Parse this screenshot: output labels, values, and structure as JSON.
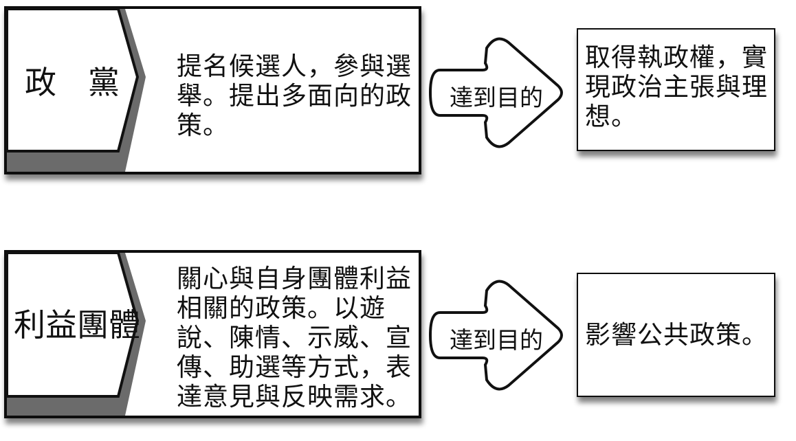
{
  "rows": [
    {
      "subject": "政　黨",
      "means": "提名候選人，參與選\n舉。提出多面向的政\n策。",
      "arrow": "達到目的",
      "goal": "取得執政權，實\n現政治主張與理\n想。"
    },
    {
      "subject": "利益團體",
      "means": "關心與自身團體利益\n相關的政策。以遊\n說、陳情、示威、宣\n傳、助選等方式，表\n達意見與反映需求。",
      "arrow": "達到目的",
      "goal": "影響公共政策。"
    }
  ],
  "colors": {
    "shadow": "#6b6b6b",
    "border": "#111111"
  }
}
